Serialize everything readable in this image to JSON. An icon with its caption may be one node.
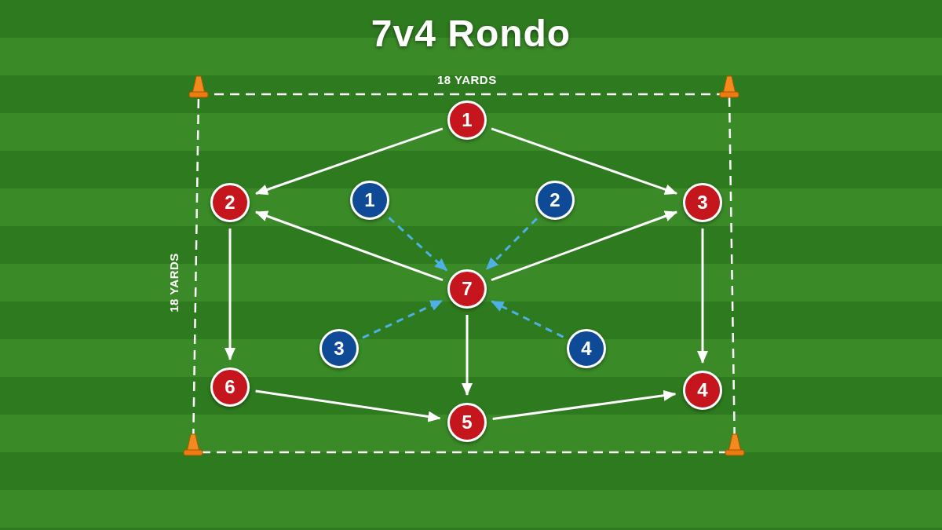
{
  "diagram": {
    "title": "7v4 Rondo",
    "nodes": [
      {
        "text": [
          "1"
        ]
      },
      {
        "text": [
          "2"
        ]
      },
      {
        "text": [
          "1"
        ]
      },
      {
        "text": [
          "2"
        ]
      },
      {
        "text": [
          "3"
        ]
      },
      {
        "text": [
          "7"
        ]
      },
      {
        "text": [
          "3"
        ]
      },
      {
        "text": [
          "4"
        ]
      },
      {
        "text": [
          "6"
        ]
      },
      {
        "text": [
          "4"
        ]
      },
      {
        "text": [
          "5"
        ]
      }
    ],
    "edges": [
      {
        "from": 0,
        "to": 1,
        "arrow": "to"
      },
      {
        "from": 0,
        "to": 4,
        "arrow": "to"
      },
      {
        "from": 1,
        "to": 8,
        "arrow": "to"
      },
      {
        "from": 4,
        "to": 9,
        "arrow": "to"
      },
      {
        "from": 5,
        "to": 1,
        "arrow": "to"
      },
      {
        "from": 5,
        "to": 4,
        "arrow": "to"
      },
      {
        "from": 5,
        "to": 10,
        "arrow": "to"
      },
      {
        "from": 8,
        "to": 10,
        "arrow": "to"
      },
      {
        "from": 10,
        "to": 9,
        "arrow": "to"
      },
      {
        "from": 2,
        "to": 5,
        "arrow": "to",
        "style": "dashed",
        "color": "#4fb0e6"
      },
      {
        "from": 3,
        "to": 5,
        "arrow": "to",
        "style": "dashed",
        "color": "#4fb0e6"
      },
      {
        "from": 6,
        "to": 5,
        "arrow": "to",
        "style": "dashed",
        "color": "#4fb0e6"
      },
      {
        "from": 7,
        "to": 5,
        "arrow": "to",
        "style": "dashed",
        "color": "#4fb0e6"
      }
    ],
    "labels": [
      "18 YARDS",
      "18 YARDS"
    ]
  }
}
